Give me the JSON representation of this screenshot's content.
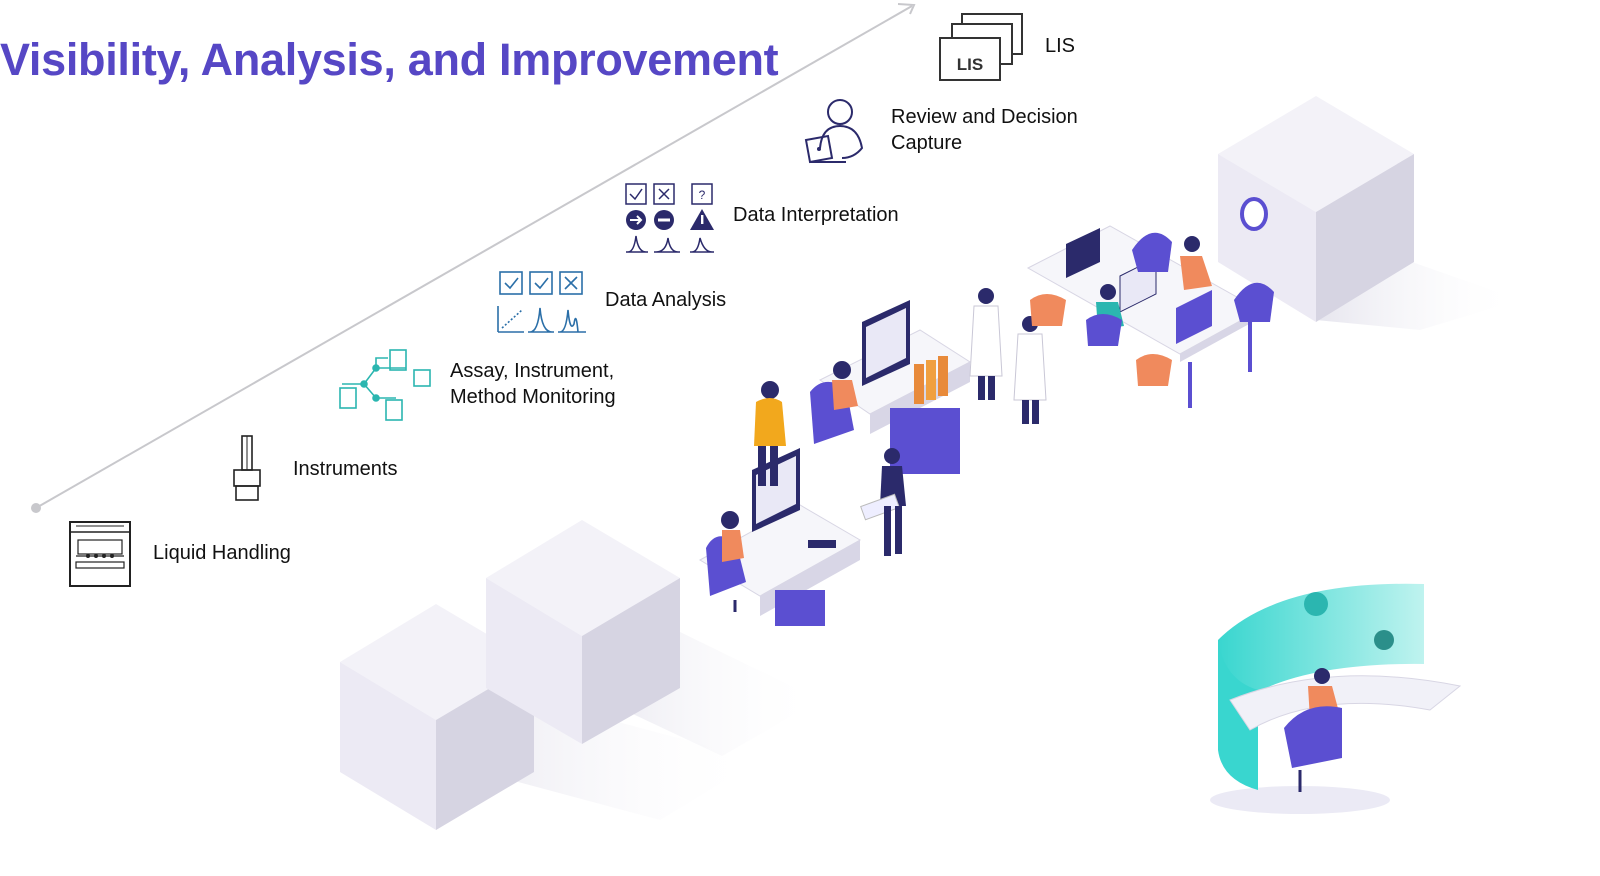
{
  "title": "Visibility, Analysis, and Improvement",
  "colors": {
    "accent": "#5647c5",
    "teal": "#2bb6b0",
    "navy": "#2b2a6b",
    "cube_light": "#eceaf4",
    "cube_dark": "#d2d0df",
    "arrow": "#c8c8cc"
  },
  "steps": [
    {
      "label": "Liquid Handling",
      "icon": "liquid-handler-icon"
    },
    {
      "label": "Instruments",
      "icon": "instrument-icon"
    },
    {
      "label": "Assay, Instrument,",
      "label2": "Method Monitoring",
      "icon": "monitoring-network-icon"
    },
    {
      "label": "Data Analysis",
      "icon": "data-analysis-icon"
    },
    {
      "label": "Data Interpretation",
      "icon": "data-interpretation-icon"
    },
    {
      "label": "Review and Decision",
      "label2": "Capture",
      "icon": "reviewer-laptop-icon"
    },
    {
      "label": "LIS",
      "icon": "lis-stack-icon"
    }
  ],
  "lis_box_text": "LIS"
}
